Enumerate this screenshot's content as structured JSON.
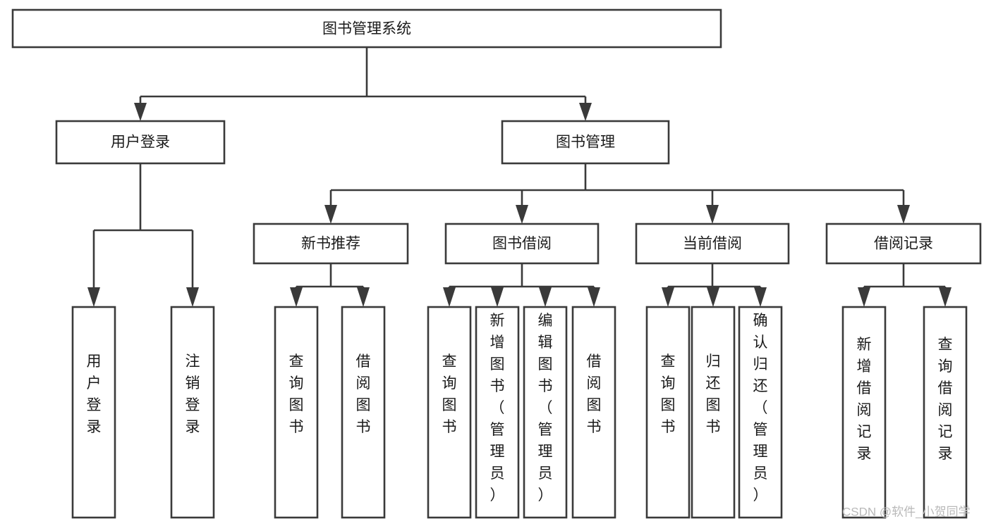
{
  "diagram": {
    "type": "tree-hierarchy",
    "title": "图书管理系统",
    "root": {
      "id": "root",
      "label": "图书管理系统",
      "orientation": "horizontal"
    },
    "level2": [
      {
        "id": "user-login",
        "label": "用户登录",
        "orientation": "horizontal"
      },
      {
        "id": "book-management",
        "label": "图书管理",
        "orientation": "horizontal"
      }
    ],
    "level3": [
      {
        "id": "new-book-recommend",
        "label": "新书推荐",
        "orientation": "horizontal",
        "parent": "book-management"
      },
      {
        "id": "book-borrow",
        "label": "图书借阅",
        "orientation": "horizontal",
        "parent": "book-management"
      },
      {
        "id": "current-borrow",
        "label": "当前借阅",
        "orientation": "horizontal",
        "parent": "book-management"
      },
      {
        "id": "borrow-record",
        "label": "借阅记录",
        "orientation": "horizontal",
        "parent": "book-management"
      }
    ],
    "leaves": [
      {
        "id": "leaf-user-login",
        "label": "用户登录",
        "orientation": "vertical",
        "parent": "user-login"
      },
      {
        "id": "leaf-user-logout",
        "label": "注销登录",
        "orientation": "vertical",
        "parent": "user-login"
      },
      {
        "id": "leaf-query-book-1",
        "label": "查询图书",
        "orientation": "vertical",
        "parent": "new-book-recommend"
      },
      {
        "id": "leaf-borrow-book-1",
        "label": "借阅图书",
        "orientation": "vertical",
        "parent": "new-book-recommend"
      },
      {
        "id": "leaf-query-book-2",
        "label": "查询图书",
        "orientation": "vertical",
        "parent": "book-borrow"
      },
      {
        "id": "leaf-add-book",
        "label": "新增图书（管理员）",
        "orientation": "vertical",
        "parent": "book-borrow"
      },
      {
        "id": "leaf-edit-book",
        "label": "编辑图书（管理员）",
        "orientation": "vertical",
        "parent": "book-borrow"
      },
      {
        "id": "leaf-borrow-book-2",
        "label": "借阅图书",
        "orientation": "vertical",
        "parent": "book-borrow"
      },
      {
        "id": "leaf-query-book-3",
        "label": "查询图书",
        "orientation": "vertical",
        "parent": "current-borrow"
      },
      {
        "id": "leaf-return-book",
        "label": "归还图书",
        "orientation": "vertical",
        "parent": "current-borrow"
      },
      {
        "id": "leaf-confirm-return",
        "label": "确认归还（管理员）",
        "orientation": "vertical",
        "parent": "current-borrow"
      },
      {
        "id": "leaf-add-record",
        "label": "新增借阅记录",
        "orientation": "vertical",
        "parent": "borrow-record"
      },
      {
        "id": "leaf-query-record",
        "label": "查询借阅记录",
        "orientation": "vertical",
        "parent": "borrow-record"
      }
    ],
    "colors": {
      "stroke": "#3a3a3a",
      "box_fill": "#ffffff",
      "text": "#1a1a1a",
      "background": "#ffffff",
      "watermark": "#b9b9b9"
    }
  },
  "watermark": {
    "label": "CSDN @软件_小贺同学"
  }
}
